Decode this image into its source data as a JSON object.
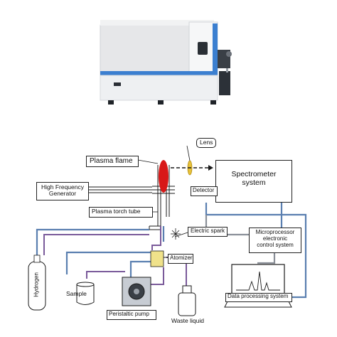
{
  "diagram": {
    "labels": {
      "plasma_flame": "Plasma flame",
      "lens": "Lens",
      "spectrometer": "Spectrometer\nsystem",
      "hf_generator": "High Frequency\nGenerator",
      "detector": "Detector",
      "plasma_torch_tube": "Plasma torch tube",
      "electric_spark": "Electric spark",
      "microprocessor": "Microprocessor\nelectronic\ncontrol system",
      "atomizer": "Atomizer",
      "hydrogen": "Hydrogen",
      "sample": "Sample",
      "peristaltic_pump": "Peristaltic pump",
      "waste_liquid": "Waste liquid",
      "data_processing": "Data processing system"
    },
    "colors": {
      "line": "#1a1a1a",
      "pipe_blue": "#5a7fb0",
      "pipe_purple": "#7a5a9a",
      "flame_red": "#d81818",
      "lens_yellow": "#e8c23a",
      "atomizer_yellow": "#f0e28a",
      "instrument_body": "#e4e6e8",
      "instrument_side": "#f2f3f4",
      "instrument_stripe": "#3b7fd0",
      "gas_cylinder": "#ffffff"
    }
  }
}
